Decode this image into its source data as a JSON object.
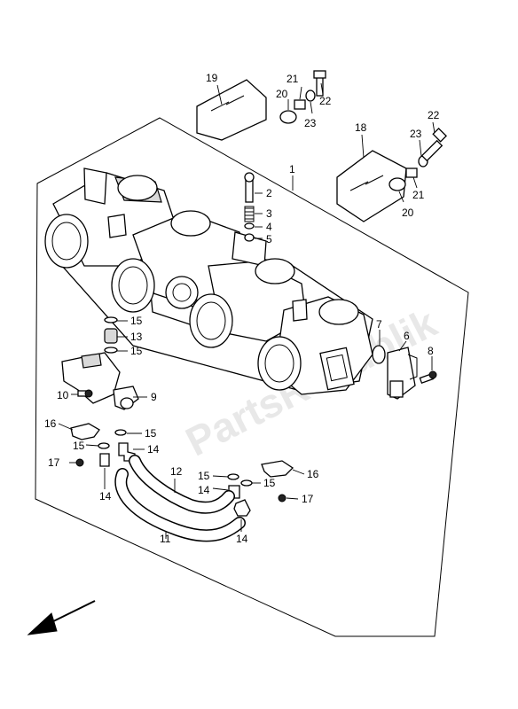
{
  "watermark": "PartsRepublik",
  "callouts": {
    "c1": "1",
    "c2": "2",
    "c3": "3",
    "c4": "4",
    "c5": "5",
    "c6": "6",
    "c7": "7",
    "c8": "8",
    "c9": "9",
    "c10": "10",
    "c11": "11",
    "c12": "12",
    "c13": "13",
    "c14a": "14",
    "c14b": "14",
    "c14c": "14",
    "c14d": "14",
    "c15a": "15",
    "c15b": "15",
    "c15c": "15",
    "c15d": "15",
    "c15e": "15",
    "c15f": "15",
    "c16a": "16",
    "c16b": "16",
    "c17a": "17",
    "c17b": "17",
    "c18": "18",
    "c19": "19",
    "c20a": "20",
    "c20b": "20",
    "c21a": "21",
    "c21b": "21",
    "c22a": "22",
    "c22b": "22",
    "c23a": "23",
    "c23b": "23"
  },
  "icons": {
    "direction_arrow": "front-direction-arrow-icon"
  }
}
